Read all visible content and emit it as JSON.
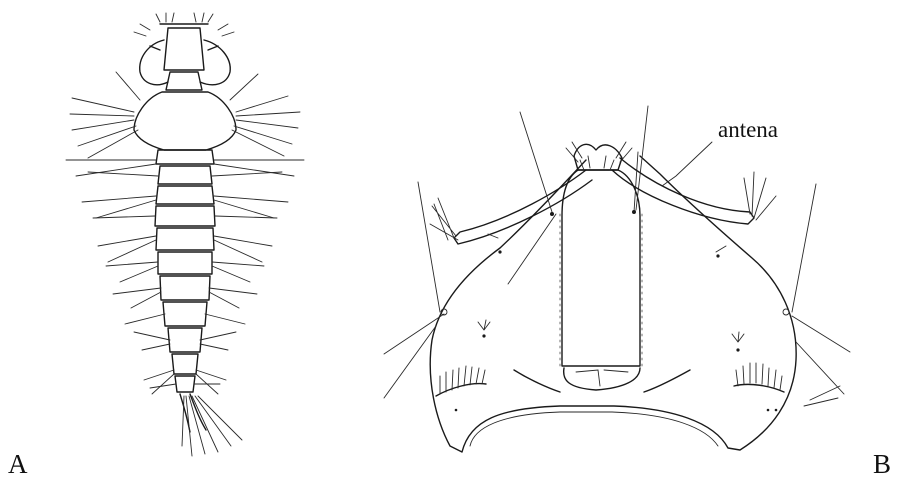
{
  "panels": [
    {
      "id": "A",
      "label": "A"
    },
    {
      "id": "B",
      "label": "B"
    }
  ],
  "callouts": {
    "antenna": "antena"
  }
}
